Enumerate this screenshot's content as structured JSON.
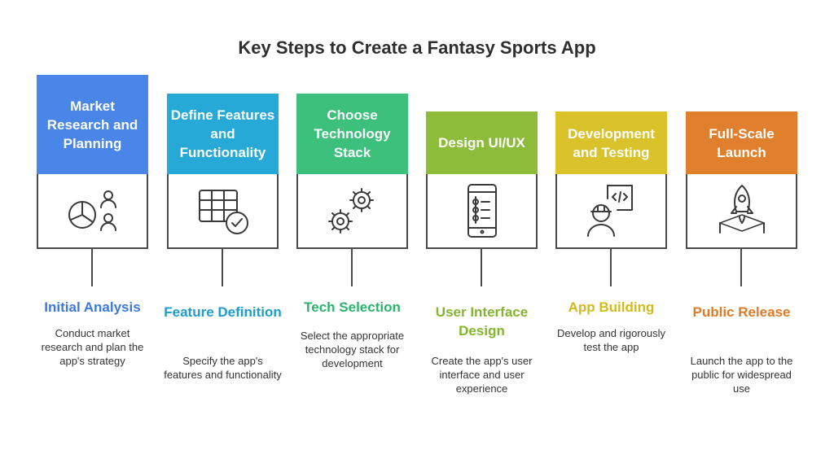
{
  "title": "Key Steps to Create a Fantasy Sports App",
  "steps": [
    {
      "header": "Market Research and Planning",
      "label": "Initial Analysis",
      "desc": "Conduct market research and plan the app's strategy",
      "color": "#4a86e8",
      "label_color": "#3d78e0",
      "icon": "chart-people-icon"
    },
    {
      "header": "Define Features and Functionality",
      "label": "Feature Definition",
      "desc": "Specify the app's features and functionality",
      "color": "#27a9d8",
      "label_color": "#1f9ccb",
      "icon": "table-check-icon"
    },
    {
      "header": "Choose Technology Stack",
      "label": "Tech Selection",
      "desc": "Select the appropriate technology stack for development",
      "color": "#3cc07c",
      "label_color": "#2eb26e",
      "icon": "gears-icon"
    },
    {
      "header": "Design UI/UX",
      "label": "User Interface Design",
      "desc": "Create the app's user interface and user experience",
      "color": "#8dbb3a",
      "label_color": "#84b52e",
      "icon": "mobile-ui-icon"
    },
    {
      "header": "Development and Testing",
      "label": "App Building",
      "desc": "Develop and rigorously test the app",
      "color": "#d9c22a",
      "label_color": "#d3bb1e",
      "icon": "developer-code-icon"
    },
    {
      "header": "Full-Scale Launch",
      "label": "Public Release",
      "desc": "Launch the app to the public for widespread use",
      "color": "#e07f2e",
      "label_color": "#e07a25",
      "icon": "rocket-launch-icon"
    }
  ]
}
